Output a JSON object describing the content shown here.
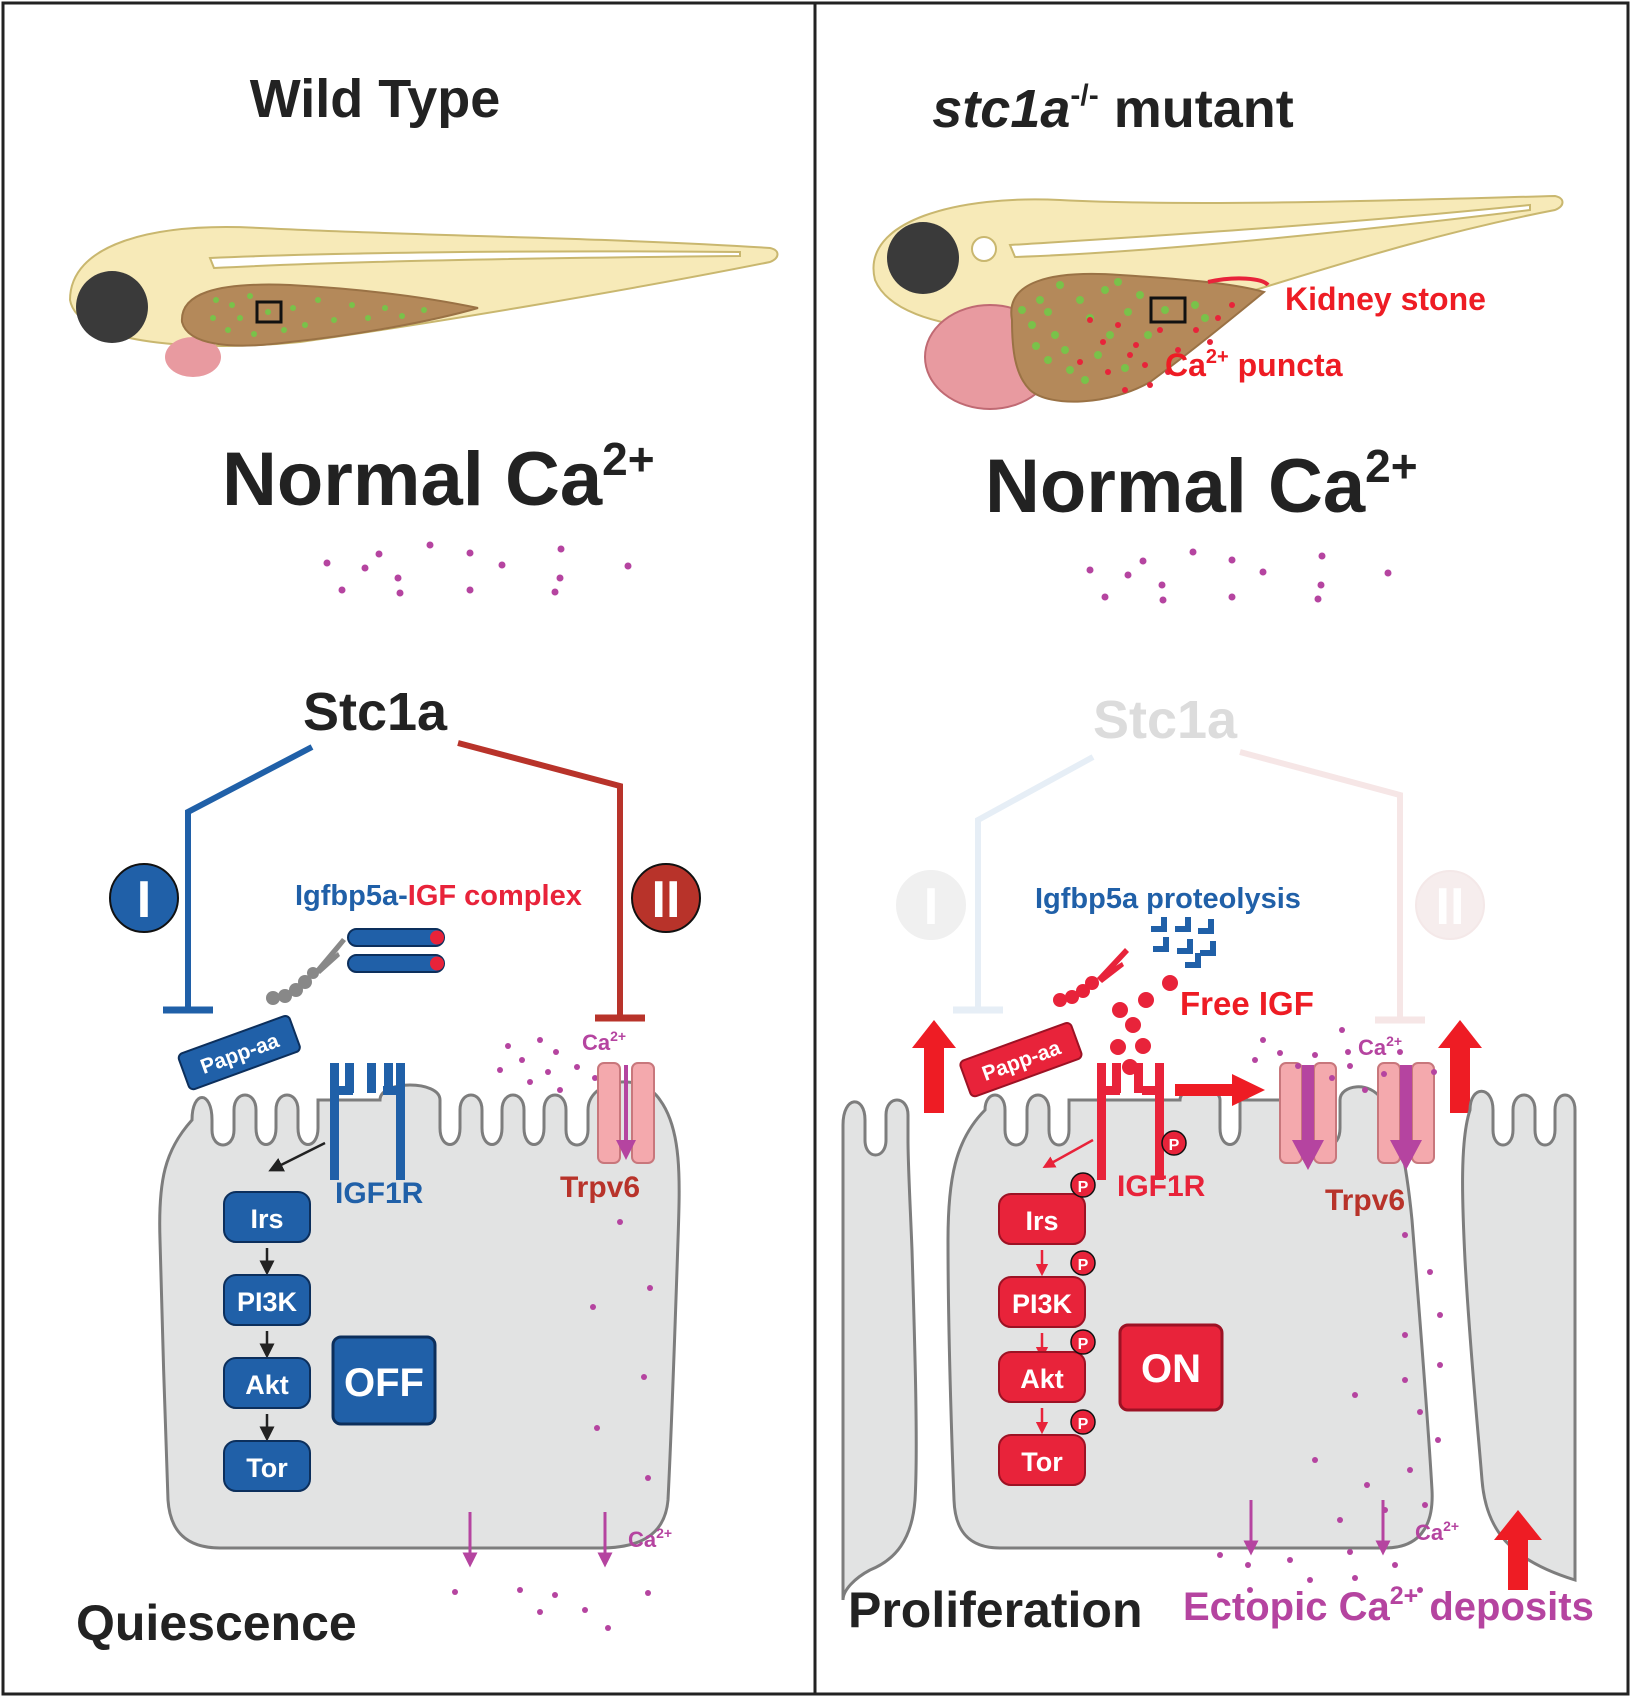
{
  "left": {
    "title": "Wild Type",
    "normal_ca": "Normal Ca",
    "ca_sup": "2+",
    "stc1a": "Stc1a",
    "pathway_1": "I",
    "pathway_2": "II",
    "complex_part1": "Igfbp5a-",
    "complex_part2": "IGF complex",
    "papp": "Papp-aa",
    "ca_label": "Ca",
    "igf1r": "IGF1R",
    "trpv6": "Trpv6",
    "cascade": [
      "Irs",
      "PI3K",
      "Akt",
      "Tor"
    ],
    "state": "OFF",
    "bottom_ca": "Ca",
    "outcome": "Quiescence"
  },
  "right": {
    "title_italic": "stc1a",
    "title_sup": "-/-",
    "title_rest": " mutant",
    "kidney_stone": "Kidney stone",
    "puncta": "Ca",
    "puncta_sup": "2+",
    "puncta_rest": " puncta",
    "normal_ca": "Normal Ca",
    "ca_sup": "2+",
    "stc1a": "Stc1a",
    "pathway_1": "I",
    "pathway_2": "II",
    "proteolysis": "Igfbp5a proteolysis",
    "free_igf": "Free IGF",
    "papp": "Papp-aa",
    "ca_label": "Ca",
    "igf1r": "IGF1R",
    "trpv6": "Trpv6",
    "cascade": [
      "Irs",
      "PI3K",
      "Akt",
      "Tor"
    ],
    "phospho": "P",
    "state": "ON",
    "bottom_ca": "Ca",
    "outcome": "Proliferation",
    "ectopic": "Ectopic Ca",
    "ectopic_sup": "2+",
    "ectopic_rest": " deposits"
  },
  "colors": {
    "blue": "#2060a8",
    "dark_red": "#b8332a",
    "red": "#e8233a",
    "magenta": "#b544a0",
    "bright_red": "#ee1c24",
    "cell_gray": "#e2e3e3",
    "fish_body": "#f7eab8",
    "yolk": "#b4895a"
  }
}
